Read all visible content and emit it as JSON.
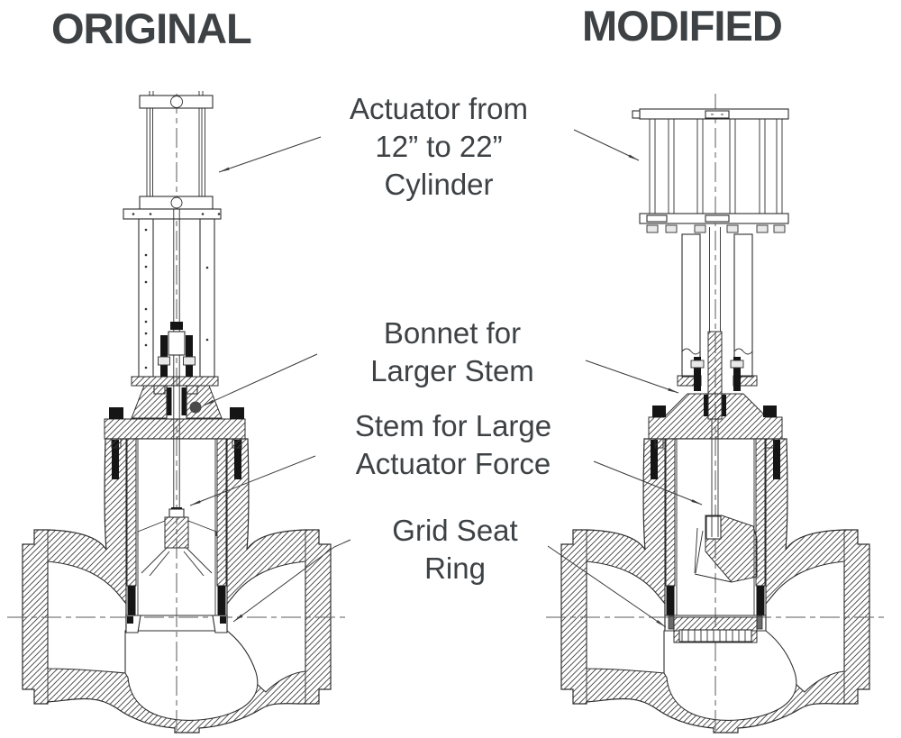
{
  "titles": {
    "original": "ORIGINAL",
    "modified": "MODIFIED"
  },
  "annotations": {
    "actuator": "Actuator from\n12” to 22”\nCylinder",
    "bonnet": "Bonnet for\nLarger Stem",
    "stem": "Stem for Large\nActuator Force",
    "seat": "Grid Seat\nRing"
  },
  "figures": {
    "left": "original control valve cross-section with small cylinder actuator",
    "right": "modified control valve cross-section with large cylinder actuator and grid seat ring"
  },
  "colors": {
    "background": "#ffffff",
    "text": "#3e4245",
    "line": "#2d2d2d"
  }
}
